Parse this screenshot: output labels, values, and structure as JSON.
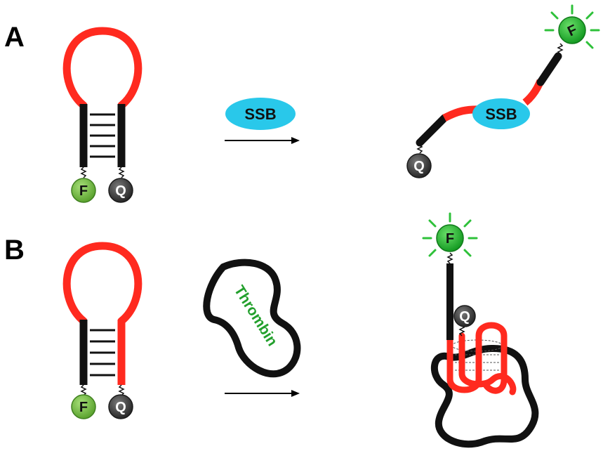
{
  "panels": [
    {
      "label": "A",
      "protein": {
        "label": "SSB"
      }
    },
    {
      "label": "B",
      "protein": {
        "label": "Thrombin"
      }
    }
  ],
  "dyes": {
    "fluorophore": "F",
    "quencher": "Q"
  },
  "colors": {
    "loop": "#ff2a1f",
    "stem": "#111111",
    "fluorophore_dim": "#6fb43a",
    "fluorophore_bright": "#21a52e",
    "fluorophore_rays": "#2ec13a",
    "quencher": "#3a3a3a",
    "ssb": "#29c8ea",
    "thrombin_text": "#23a02d",
    "arrow": "#000000"
  }
}
